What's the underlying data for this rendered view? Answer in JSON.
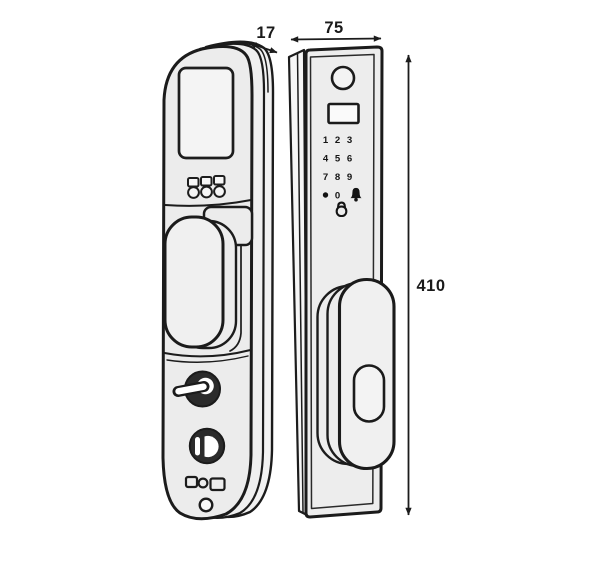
{
  "drawing": {
    "type": "technical-line-drawing",
    "subject": "smart door lock, interior side view and exterior front view",
    "background": "#ffffff",
    "line_color": "#1c1c1c",
    "body_fill": "#ededed",
    "dark_fill": "#2b2b2b"
  },
  "dimensions": {
    "depth": {
      "value": "17"
    },
    "width": {
      "value": "75"
    },
    "height": {
      "value": "410"
    }
  },
  "front_view": {
    "camera_icon": "camera-lens-icon",
    "window_icon": "reader-window",
    "keypad": {
      "digits": [
        "1",
        "2",
        "3",
        "4",
        "5",
        "6",
        "7",
        "8",
        "9"
      ],
      "zero_label": "0",
      "star_key_icon": "dot-key-icon",
      "bell_key_icon": "bell-icon",
      "lock_indicator_icon": "padlock-icon"
    },
    "handle_icon": "exterior-handle",
    "keyhole_icon": "oval-keyhole"
  },
  "side_view": {
    "screen_icon": "display-screen",
    "buttons_icon": "button-cluster",
    "handle_icon": "interior-handle",
    "thumbturn_icon": "thumbturn-knob-icon",
    "keyhole_icon": "keyhole-icon",
    "ports_icon": "bottom-ports"
  }
}
